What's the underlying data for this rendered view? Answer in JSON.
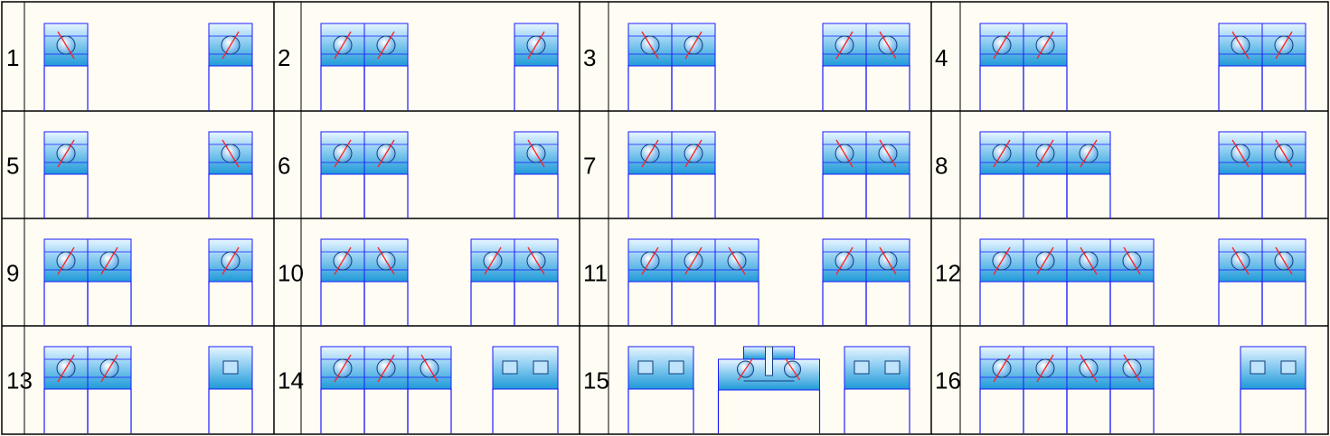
{
  "labels": [
    "1",
    "2",
    "3",
    "4",
    "5",
    "6",
    "7",
    "8",
    "9",
    "10",
    "11",
    "12",
    "13",
    "14",
    "15",
    "16"
  ],
  "colors": {
    "background": "#fffdf3",
    "grid_line": "#000000",
    "housing_line": "#1a1aff",
    "bearing_top": "#e8f6ff",
    "bearing_bottom": "#1f9ad8",
    "ball_fill": "#8fc6f0",
    "contact_line": "#ff2020"
  },
  "cells": [
    {
      "label_index": 0,
      "groups": [
        {
          "type": "ball",
          "count": 1,
          "slant": "b"
        },
        {
          "type": "ball",
          "count": 1,
          "slant": "f"
        }
      ]
    },
    {
      "label_index": 1,
      "groups": [
        {
          "type": "ball",
          "count": 2,
          "slant": "ff"
        },
        {
          "type": "ball",
          "count": 1,
          "slant": "f"
        }
      ]
    },
    {
      "label_index": 2,
      "groups": [
        {
          "type": "ball",
          "count": 2,
          "slant": "bf"
        },
        {
          "type": "ball",
          "count": 2,
          "slant": "fb"
        }
      ]
    },
    {
      "label_index": 3,
      "groups": [
        {
          "type": "ball",
          "count": 2,
          "slant": "ff"
        },
        {
          "type": "ball",
          "count": 2,
          "slant": "bf"
        }
      ]
    },
    {
      "label_index": 4,
      "groups": [
        {
          "type": "ball",
          "count": 1,
          "slant": "f"
        },
        {
          "type": "ball",
          "count": 1,
          "slant": "b"
        }
      ]
    },
    {
      "label_index": 5,
      "groups": [
        {
          "type": "ball",
          "count": 2,
          "slant": "ff"
        },
        {
          "type": "ball",
          "count": 1,
          "slant": "b"
        }
      ]
    },
    {
      "label_index": 6,
      "groups": [
        {
          "type": "ball",
          "count": 2,
          "slant": "ff"
        },
        {
          "type": "ball",
          "count": 2,
          "slant": "bb"
        }
      ]
    },
    {
      "label_index": 7,
      "groups": [
        {
          "type": "ball",
          "count": 3,
          "slant": "fff"
        },
        {
          "type": "ball",
          "count": 2,
          "slant": "bb"
        }
      ]
    },
    {
      "label_index": 8,
      "groups": [
        {
          "type": "ball",
          "count": 2,
          "slant": "ff"
        },
        {
          "type": "ball",
          "count": 1,
          "slant": "f"
        }
      ]
    },
    {
      "label_index": 9,
      "groups": [
        {
          "type": "ball",
          "count": 2,
          "slant": "fb"
        },
        {
          "type": "ball",
          "count": 2,
          "slant": "fb"
        }
      ]
    },
    {
      "label_index": 10,
      "groups": [
        {
          "type": "ball",
          "count": 3,
          "slant": "ffb"
        },
        {
          "type": "ball",
          "count": 2,
          "slant": "fb"
        }
      ]
    },
    {
      "label_index": 11,
      "groups": [
        {
          "type": "ball",
          "count": 4,
          "slant": "ffbb"
        },
        {
          "type": "ball",
          "count": 2,
          "slant": "bb"
        }
      ]
    },
    {
      "label_index": 12,
      "groups": [
        {
          "type": "ball",
          "count": 2,
          "slant": "ff"
        },
        {
          "type": "roller",
          "rollers": 1
        }
      ]
    },
    {
      "label_index": 13,
      "groups": [
        {
          "type": "ball",
          "count": 3,
          "slant": "ffb"
        },
        {
          "type": "roller",
          "rollers": 2
        }
      ]
    },
    {
      "label_index": 14,
      "groups": [
        {
          "type": "roller",
          "rollers": 2
        },
        {
          "type": "thrust"
        },
        {
          "type": "roller",
          "rollers": 2
        }
      ]
    },
    {
      "label_index": 15,
      "groups": [
        {
          "type": "ball",
          "count": 4,
          "slant": "ffbb"
        },
        {
          "type": "roller",
          "rollers": 2
        }
      ]
    }
  ]
}
